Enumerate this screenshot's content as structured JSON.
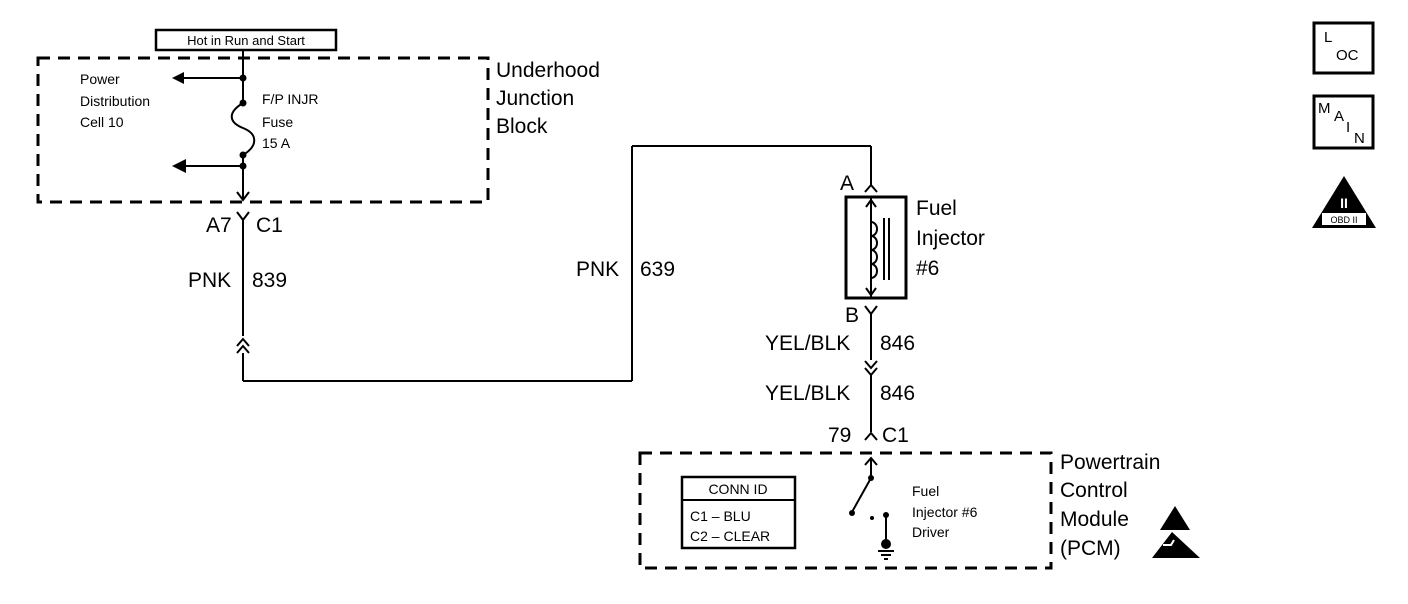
{
  "hot_label": "Hot in Run and Start",
  "ujb": {
    "title_lines": [
      "Underhood",
      "Junction",
      "Block"
    ],
    "pdc_lines": [
      "Power",
      "Distribution",
      "Cell 10"
    ],
    "fuse_lines": [
      "F/P   INJR",
      "Fuse",
      "15 A"
    ]
  },
  "c1_left": {
    "pin": "A7",
    "conn": "C1"
  },
  "wire_839": {
    "color": "PNK",
    "circuit": "839"
  },
  "wire_639": {
    "color": "PNK",
    "circuit": "639"
  },
  "injector": {
    "pin_a": "A",
    "pin_b": "B",
    "title_lines": [
      "Fuel",
      "Injector",
      "#6"
    ]
  },
  "wire_846_upper": {
    "color": "YEL/BLK",
    "circuit": "846"
  },
  "wire_846_lower": {
    "color": "YEL/BLK",
    "circuit": "846"
  },
  "pcm_conn": {
    "pin": "79",
    "conn": "C1"
  },
  "pcm": {
    "title_lines": [
      "Powertrain",
      "Control",
      "Module",
      "(PCM)"
    ],
    "driver_lines": [
      "Fuel",
      "Injector #6",
      "Driver"
    ]
  },
  "conn_id": {
    "header": "CONN ID",
    "rows": [
      "C1 – BLU",
      "C2 – CLEAR"
    ]
  },
  "icons": {
    "loc": {
      "big": "L",
      "small": "OC"
    },
    "main": {
      "big": "M",
      "small_a": "A",
      "small_i": "I",
      "small_n": "N"
    },
    "obd": {
      "numeral": "II",
      "label": "OBD II"
    }
  }
}
